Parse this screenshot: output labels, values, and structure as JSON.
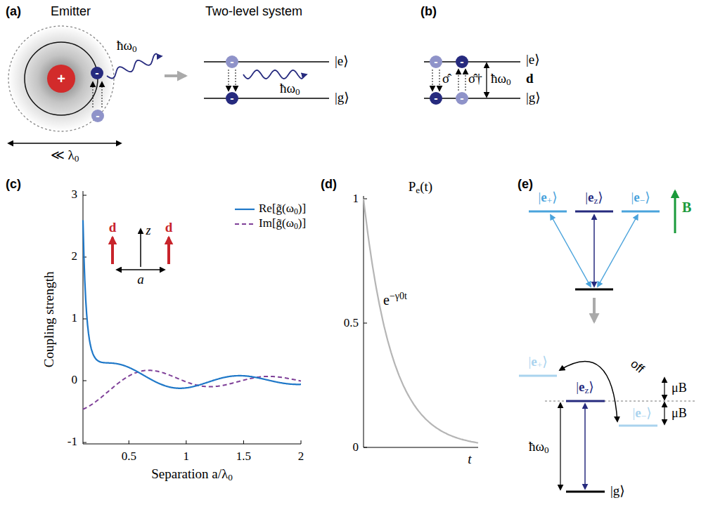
{
  "diagram": {
    "labels": [
      "(a)",
      "Emitter",
      "+",
      "-",
      "-",
      "ħω0",
      "≪ λ0",
      "Two-level system",
      "-",
      "-",
      "ħω0",
      "|e⟩",
      "|g⟩",
      "(b)",
      "-",
      "-",
      "-",
      "-",
      "σ̂",
      "σ̂†",
      "ħω0",
      "d",
      "|e⟩",
      "|g⟩",
      "(c)",
      "3",
      "2",
      "1",
      "0",
      "-1",
      "0.5",
      "1",
      "1.5",
      "2",
      "Coupling strength",
      "Separation a/λ0",
      "d",
      "z",
      "d",
      "a",
      "(d)",
      "Pe(t)",
      "1",
      "0.5",
      "0",
      "e−γ0t",
      "t",
      "(e)",
      "|e+⟩",
      "|ez⟩",
      "|e−⟩",
      "B",
      "|e+⟩",
      "|ez⟩",
      "|e−⟩",
      "off",
      "μB",
      "μB",
      "ħω0",
      "|g⟩"
    ],
    "legend": [
      {
        "text": "Re[g̃(ω0)]"
      },
      {
        "text": "Im[g̃(ω0)]"
      }
    ]
  }
}
